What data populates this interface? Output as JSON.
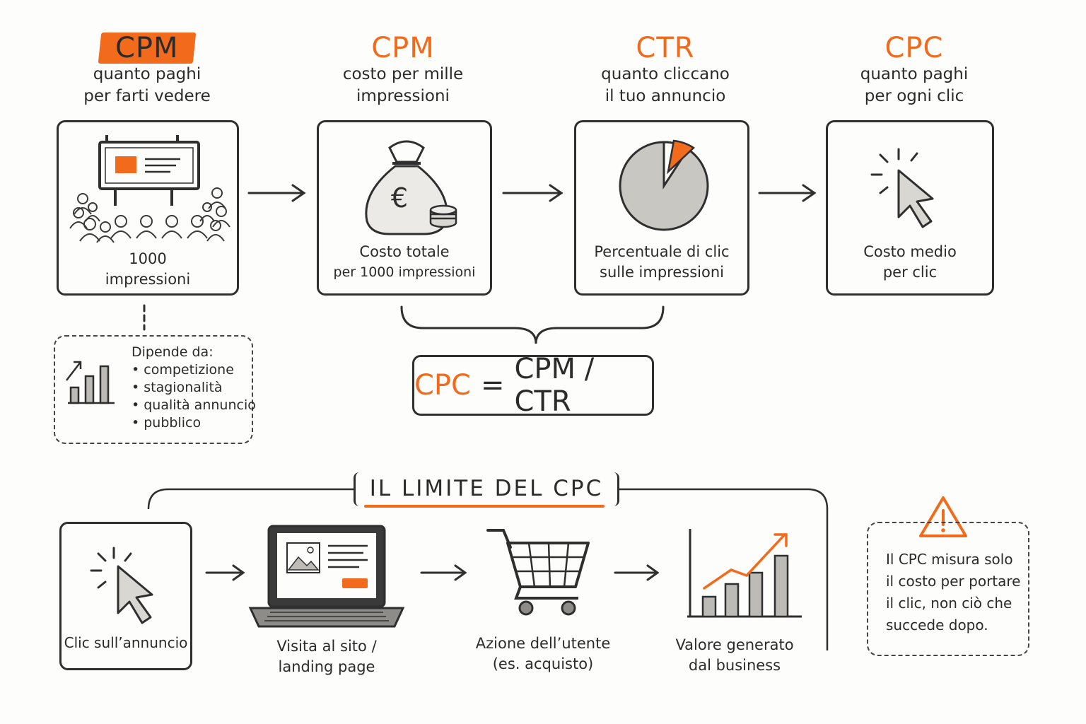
{
  "colors": {
    "accent": "#f26b1d",
    "ink": "#2f2f2f"
  },
  "top_steps": [
    {
      "abbr": "CPM",
      "sub1": "quanto paghi",
      "sub2": "per farti vedere",
      "caption1": "1000",
      "caption2": "impressioni",
      "icon": "billboard-audience-icon"
    },
    {
      "abbr": "CPM",
      "sub1": "costo per mille",
      "sub2": "impressioni",
      "caption1": "Costo totale",
      "caption2": "per 1000 impressioni",
      "icon": "money-bag-euro-icon"
    },
    {
      "abbr": "CTR",
      "sub1": "quanto cliccano",
      "sub2": "il tuo annuncio",
      "caption1": "Percentuale di clic",
      "caption2": "sulle impressioni",
      "icon": "pie-chart-icon"
    },
    {
      "abbr": "CPC",
      "sub1": "quanto paghi",
      "sub2": "per ogni clic",
      "caption1": "Costo medio",
      "caption2": "per clic",
      "icon": "cursor-click-icon"
    }
  ],
  "dependencies": {
    "title": "Dipende da:",
    "items": [
      "competizione",
      "stagionalità",
      "qualità annuncio",
      "pubblico"
    ],
    "icon": "bar-chart-trend-icon"
  },
  "formula": {
    "lhs": "CPC",
    "eq": "=",
    "rhs": "CPM / CTR"
  },
  "limit": {
    "title": "IL LIMITE DEL CPC",
    "steps": [
      {
        "label1": "Clic sull’annuncio",
        "label2": "",
        "icon": "cursor-click-icon"
      },
      {
        "label1": "Visita al sito /",
        "label2": "landing page",
        "icon": "laptop-icon"
      },
      {
        "label1": "Azione dell’utente",
        "label2": "(es. acquisto)",
        "icon": "shopping-cart-icon"
      },
      {
        "label1": "Valore generato",
        "label2": "dal business",
        "icon": "growth-chart-icon"
      }
    ],
    "note": [
      "Il CPC misura solo",
      "il costo per portare",
      "il clic, non ciò che",
      "succede dopo."
    ],
    "note_icon": "warning-icon"
  }
}
